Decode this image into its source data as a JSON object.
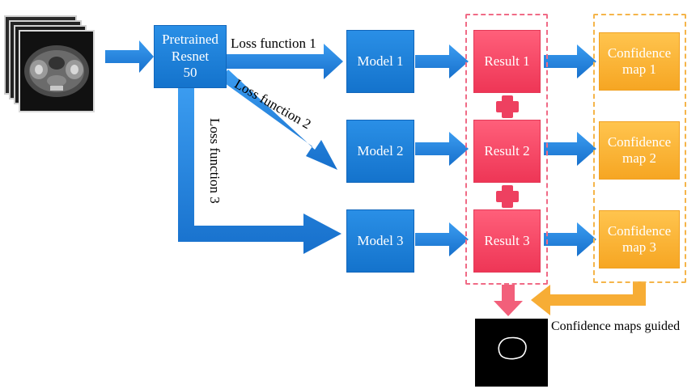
{
  "pretrained": {
    "line1": "Pretrained",
    "line2": "Resnet",
    "line3": "50"
  },
  "losses": [
    "Loss function 1",
    "Loss function 2",
    "Loss function 3"
  ],
  "models": [
    "Model 1",
    "Model 2",
    "Model 3"
  ],
  "results": [
    "Result 1",
    "Result 2",
    "Result 3"
  ],
  "confidence": [
    {
      "line1": "Confidence",
      "line2": "map 1"
    },
    {
      "line1": "Confidence",
      "line2": "map 2"
    },
    {
      "line1": "Confidence",
      "line2": "map 3"
    }
  ],
  "guided_label": "Confidence maps guided",
  "colors": {
    "blue": "#1f7fd9",
    "red": "#f24463",
    "orange": "#f7ad35",
    "red_dash": "#f06b86",
    "orange_dash": "#f5b54a"
  },
  "icons": {
    "input": "mri-slice-stack-icon",
    "output": "segmentation-mask-icon",
    "plus": "plus-icon"
  }
}
